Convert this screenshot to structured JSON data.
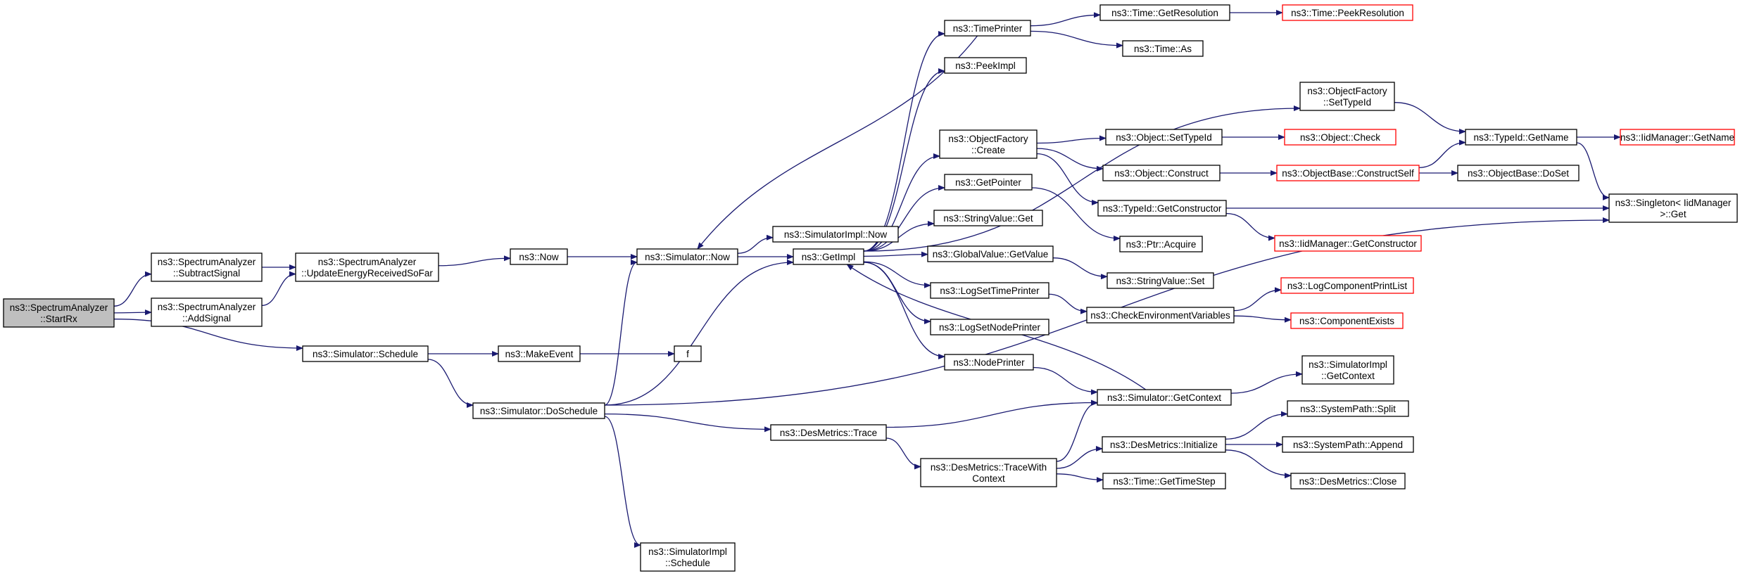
{
  "colors": {
    "edge": "#191970",
    "node_border": "#000000",
    "node_border_external": "#ff0000",
    "node_fill": "#ffffff",
    "root_fill": "#bfbfbf",
    "text": "#000000"
  },
  "nodes": [
    {
      "id": "startrx",
      "lines": [
        "ns3::SpectrumAnalyzer",
        "::StartRx"
      ],
      "root": true
    },
    {
      "id": "subtract",
      "lines": [
        "ns3::SpectrumAnalyzer",
        "::SubtractSignal"
      ]
    },
    {
      "id": "addsig",
      "lines": [
        "ns3::SpectrumAnalyzer",
        "::AddSignal"
      ]
    },
    {
      "id": "schedule",
      "lines": [
        "ns3::Simulator::Schedule"
      ]
    },
    {
      "id": "update",
      "lines": [
        "ns3::SpectrumAnalyzer",
        "::UpdateEnergyReceivedSoFar"
      ]
    },
    {
      "id": "makeevent",
      "lines": [
        "ns3::MakeEvent"
      ]
    },
    {
      "id": "doschedule",
      "lines": [
        "ns3::Simulator::DoSchedule"
      ]
    },
    {
      "id": "now",
      "lines": [
        "ns3::Now"
      ]
    },
    {
      "id": "f",
      "lines": [
        "f"
      ]
    },
    {
      "id": "simnow",
      "lines": [
        "ns3::Simulator::Now"
      ]
    },
    {
      "id": "implschedule",
      "lines": [
        "ns3::SimulatorImpl",
        "::Schedule"
      ]
    },
    {
      "id": "implnow",
      "lines": [
        "ns3::SimulatorImpl::Now"
      ]
    },
    {
      "id": "getimpl",
      "lines": [
        "ns3::GetImpl"
      ]
    },
    {
      "id": "destrace",
      "lines": [
        "ns3::DesMetrics::Trace"
      ]
    },
    {
      "id": "timeprinter",
      "lines": [
        "ns3::TimePrinter"
      ]
    },
    {
      "id": "peekimpl",
      "lines": [
        "ns3::PeekImpl"
      ]
    },
    {
      "id": "ofcreate",
      "lines": [
        "ns3::ObjectFactory",
        "::Create"
      ]
    },
    {
      "id": "getpointer",
      "lines": [
        "ns3::GetPointer"
      ]
    },
    {
      "id": "svget",
      "lines": [
        "ns3::StringValue::Get"
      ]
    },
    {
      "id": "gvgetvalue",
      "lines": [
        "ns3::GlobalValue::GetValue"
      ]
    },
    {
      "id": "logsettime",
      "lines": [
        "ns3::LogSetTimePrinter"
      ]
    },
    {
      "id": "logsetnode",
      "lines": [
        "ns3::LogSetNodePrinter"
      ]
    },
    {
      "id": "nodeprinter",
      "lines": [
        "ns3::NodePrinter"
      ]
    },
    {
      "id": "tracewithctx",
      "lines": [
        "ns3::DesMetrics::TraceWith",
        "Context"
      ]
    },
    {
      "id": "getres",
      "lines": [
        "ns3::Time::GetResolution"
      ]
    },
    {
      "id": "timeas",
      "lines": [
        "ns3::Time::As"
      ]
    },
    {
      "id": "objsettypeid",
      "lines": [
        "ns3::Object::SetTypeId"
      ]
    },
    {
      "id": "objconstruct",
      "lines": [
        "ns3::Object::Construct"
      ]
    },
    {
      "id": "tidgetctor",
      "lines": [
        "ns3::TypeId::GetConstructor"
      ]
    },
    {
      "id": "ptracquire",
      "lines": [
        "ns3::Ptr::Acquire"
      ]
    },
    {
      "id": "svset",
      "lines": [
        "ns3::StringValue::Set"
      ]
    },
    {
      "id": "checkenv",
      "lines": [
        "ns3::CheckEnvironmentVariables"
      ]
    },
    {
      "id": "getctx",
      "lines": [
        "ns3::Simulator::GetContext"
      ]
    },
    {
      "id": "desinit",
      "lines": [
        "ns3::DesMetrics::Initialize"
      ]
    },
    {
      "id": "gettimestep",
      "lines": [
        "ns3::Time::GetTimeStep"
      ]
    },
    {
      "id": "peekres",
      "lines": [
        "ns3::Time::PeekResolution"
      ],
      "external": true
    },
    {
      "id": "ofsettypeid",
      "lines": [
        "ns3::ObjectFactory",
        "::SetTypeId"
      ]
    },
    {
      "id": "objcheck",
      "lines": [
        "ns3::Object::Check"
      ],
      "external": true
    },
    {
      "id": "obconstructself",
      "lines": [
        "ns3::ObjectBase::ConstructSelf"
      ],
      "external": true
    },
    {
      "id": "iidgetctor",
      "lines": [
        "ns3::IidManager::GetConstructor"
      ],
      "external": true
    },
    {
      "id": "logcomplist",
      "lines": [
        "ns3::LogComponentPrintList"
      ],
      "external": true
    },
    {
      "id": "compexists",
      "lines": [
        "ns3::ComponentExists"
      ],
      "external": true
    },
    {
      "id": "implgetctx",
      "lines": [
        "ns3::SimulatorImpl",
        "::GetContext"
      ]
    },
    {
      "id": "pathsplit",
      "lines": [
        "ns3::SystemPath::Split"
      ]
    },
    {
      "id": "pathappend",
      "lines": [
        "ns3::SystemPath::Append"
      ]
    },
    {
      "id": "desclose",
      "lines": [
        "ns3::DesMetrics::Close"
      ]
    },
    {
      "id": "tidgetname",
      "lines": [
        "ns3::TypeId::GetName"
      ]
    },
    {
      "id": "obdoset",
      "lines": [
        "ns3::ObjectBase::DoSet"
      ]
    },
    {
      "id": "iidgetname",
      "lines": [
        "ns3::IidManager::GetName"
      ],
      "external": true
    },
    {
      "id": "singletonget",
      "lines": [
        "ns3::Singleton< IidManager",
        " >::Get"
      ]
    }
  ],
  "edges": [
    [
      "startrx",
      "subtract"
    ],
    [
      "startrx",
      "addsig"
    ],
    [
      "startrx",
      "schedule"
    ],
    [
      "subtract",
      "update"
    ],
    [
      "addsig",
      "update"
    ],
    [
      "update",
      "now"
    ],
    [
      "now",
      "simnow"
    ],
    [
      "schedule",
      "makeevent"
    ],
    [
      "schedule",
      "doschedule"
    ],
    [
      "makeevent",
      "f"
    ],
    [
      "doschedule",
      "simnow"
    ],
    [
      "doschedule",
      "getimpl"
    ],
    [
      "doschedule",
      "destrace"
    ],
    [
      "doschedule",
      "implschedule"
    ],
    [
      "doschedule",
      "singletonget"
    ],
    [
      "simnow",
      "implnow"
    ],
    [
      "simnow",
      "getimpl"
    ],
    [
      "timeprinter",
      "simnow"
    ],
    [
      "getimpl",
      "timeprinter"
    ],
    [
      "getimpl",
      "peekimpl"
    ],
    [
      "getimpl",
      "ofsettypeid"
    ],
    [
      "getimpl",
      "ofcreate"
    ],
    [
      "getimpl",
      "getpointer"
    ],
    [
      "getimpl",
      "svget"
    ],
    [
      "getimpl",
      "gvgetvalue"
    ],
    [
      "getimpl",
      "logsettime"
    ],
    [
      "getimpl",
      "logsetnode"
    ],
    [
      "getimpl",
      "nodeprinter"
    ],
    [
      "getctx",
      "getimpl"
    ],
    [
      "timeprinter",
      "getres"
    ],
    [
      "timeprinter",
      "timeas"
    ],
    [
      "getres",
      "peekres"
    ],
    [
      "ofsettypeid",
      "tidgetname"
    ],
    [
      "ofcreate",
      "objsettypeid"
    ],
    [
      "ofcreate",
      "objconstruct"
    ],
    [
      "ofcreate",
      "tidgetctor"
    ],
    [
      "objsettypeid",
      "objcheck"
    ],
    [
      "objconstruct",
      "obconstructself"
    ],
    [
      "obconstructself",
      "tidgetname"
    ],
    [
      "obconstructself",
      "obdoset"
    ],
    [
      "tidgetctor",
      "iidgetctor"
    ],
    [
      "tidgetctor",
      "singletonget"
    ],
    [
      "tidgetname",
      "iidgetname"
    ],
    [
      "tidgetname",
      "singletonget"
    ],
    [
      "getpointer",
      "ptracquire"
    ],
    [
      "gvgetvalue",
      "svset"
    ],
    [
      "logsettime",
      "checkenv"
    ],
    [
      "checkenv",
      "logcomplist"
    ],
    [
      "checkenv",
      "compexists"
    ],
    [
      "nodeprinter",
      "getctx"
    ],
    [
      "destrace",
      "getctx"
    ],
    [
      "destrace",
      "tracewithctx"
    ],
    [
      "tracewithctx",
      "getctx"
    ],
    [
      "tracewithctx",
      "desinit"
    ],
    [
      "tracewithctx",
      "gettimestep"
    ],
    [
      "getctx",
      "implgetctx"
    ],
    [
      "desinit",
      "pathsplit"
    ],
    [
      "desinit",
      "pathappend"
    ],
    [
      "desinit",
      "desclose"
    ]
  ]
}
